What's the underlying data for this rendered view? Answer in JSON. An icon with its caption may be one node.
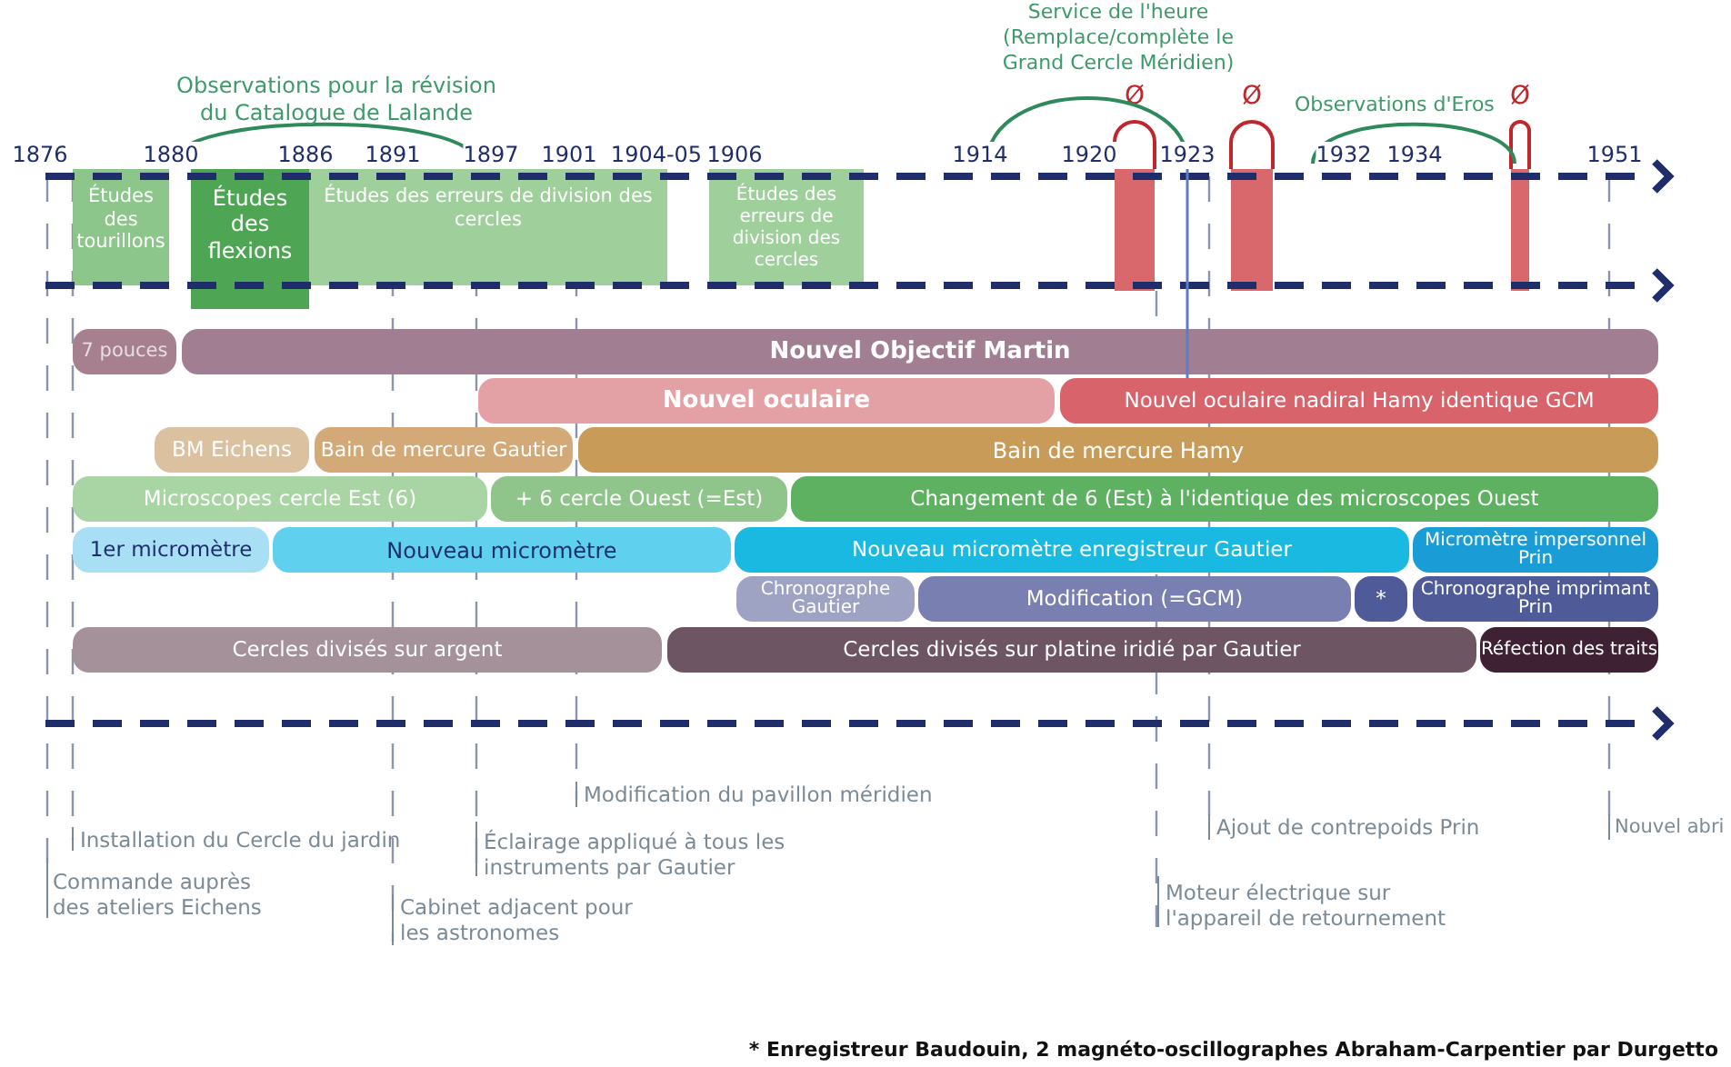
{
  "diagram": {
    "nodes": [
      {
        "text": [
          "Études des tourillons"
        ]
      },
      {
        "text": [
          "Études des flexions"
        ]
      },
      {
        "text": [
          "Études des erreurs de division des cercles"
        ]
      },
      {
        "text": [
          "Études des erreurs de division des cercles"
        ]
      },
      {
        "text": [],
        "shape": "bar",
        "beside": [
          "Ø"
        ]
      },
      {
        "text": [],
        "shape": "bar",
        "beside": [
          "Ø"
        ]
      },
      {
        "text": [],
        "shape": "bar",
        "beside": [
          "Ø"
        ]
      },
      {
        "text": [
          "7 pouces"
        ]
      },
      {
        "text": [
          "Nouvel Objectif Martin"
        ]
      },
      {
        "text": [
          "Nouvel oculaire"
        ]
      },
      {
        "text": [
          "Nouvel oculaire nadiral Hamy identique GCM"
        ]
      },
      {
        "text": [
          "BM Eichens"
        ]
      },
      {
        "text": [
          "Bain de mercure Gautier"
        ]
      },
      {
        "text": [
          "Bain de mercure Hamy"
        ]
      },
      {
        "text": [
          "Microscopes cercle Est (6)"
        ]
      },
      {
        "text": [
          "+ 6 cercle Ouest (=Est)"
        ]
      },
      {
        "text": [
          "Changement de 6 (Est) à l'identique des microscopes Ouest"
        ]
      },
      {
        "text": [
          "1er micromètre"
        ]
      },
      {
        "text": [
          "Nouveau micromètre"
        ]
      },
      {
        "text": [
          "Nouveau micromètre enregistreur Gautier"
        ]
      },
      {
        "text": [
          "Micromètre impersonnel Prin"
        ]
      },
      {
        "text": [
          "Chronographe Gautier"
        ]
      },
      {
        "text": [
          "Modification (=GCM)"
        ]
      },
      {
        "text": [
          "*"
        ]
      },
      {
        "text": [
          "Chronographe imprimant Prin"
        ]
      },
      {
        "text": [
          "Cercles divisés sur argent"
        ]
      },
      {
        "text": [
          "Cercles divisés sur platine iridié par Gautier"
        ]
      },
      {
        "text": [
          "Réfection des traits"
        ]
      }
    ],
    "labels": [
      "Observations pour la révision du Catalogue de Lalande",
      "Service de l'heure (Remplace/complète le Grand Cercle Méridien)",
      "Observations d'Eros",
      "1876",
      "1880",
      "1886",
      "1891",
      "1897",
      "1901",
      "1904-05",
      "1906",
      "1914",
      "1920",
      "1923",
      "1932",
      "1934",
      "1951",
      "Modification du pavillon méridien",
      "Installation du Cercle du jardin",
      "Ajout de contrepoids Prin",
      "Nouvel abri",
      "Éclairage appliqué à tous les instruments par Gautier",
      "Commande auprès des ateliers Eichens",
      "Cabinet adjacent pour les astronomes",
      "Moteur électrique sur l'appareil de retournement",
      "* Enregistreur Baudouin, 2 magnéto-oscillographes Abraham-Carpentier par Durgetto"
    ]
  }
}
